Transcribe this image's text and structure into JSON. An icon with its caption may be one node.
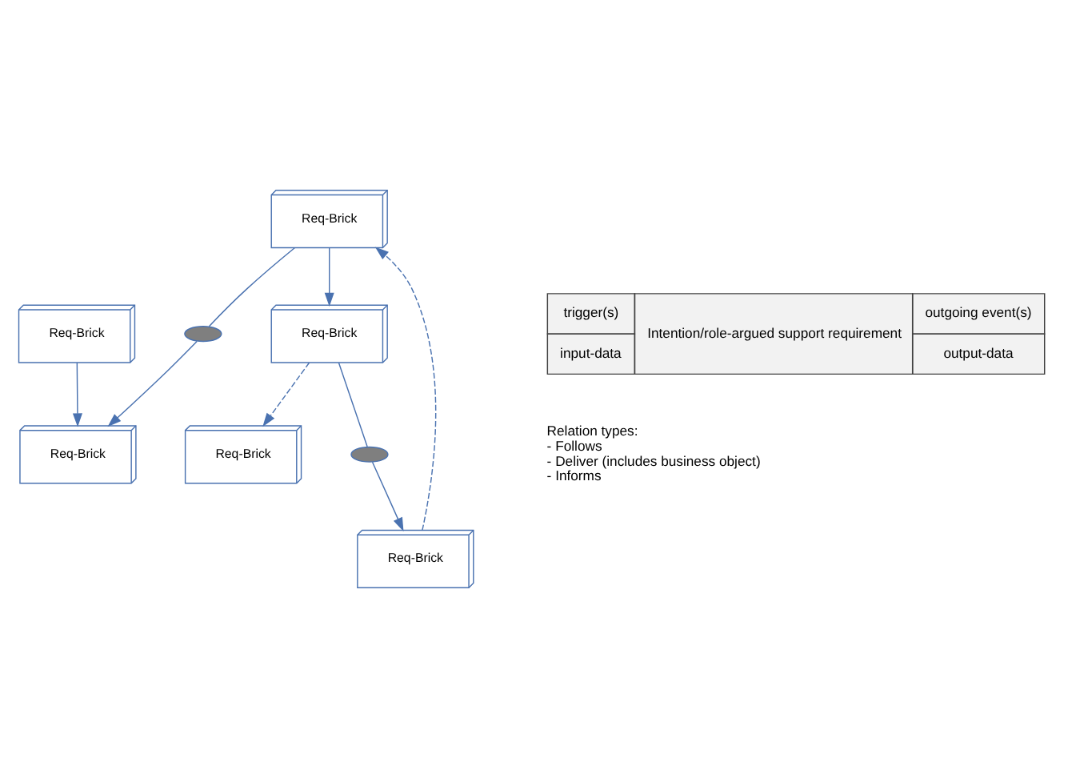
{
  "diagram": {
    "nodes": [
      {
        "text": [
          "Req-Brick"
        ]
      },
      {
        "text": [
          "Req-Brick"
        ]
      },
      {
        "text": [
          "Req-Brick"
        ]
      },
      {
        "text": [],
        "shape": "ellipse"
      },
      {
        "text": [
          "Req-Brick"
        ]
      },
      {
        "text": [
          "Req-Brick"
        ]
      },
      {
        "text": [],
        "shape": "ellipse"
      },
      {
        "text": [
          "Req-Brick"
        ]
      }
    ],
    "edges": [
      {
        "from": 0,
        "to": 1,
        "arrow": "to"
      },
      {
        "from": 4,
        "to": 3,
        "arrow": "none"
      },
      {
        "from": 3,
        "to": 1,
        "arrow": "to"
      },
      {
        "from": 4,
        "to": 5,
        "arrow": "to"
      },
      {
        "from": 5,
        "to": 6,
        "arrow": "none"
      },
      {
        "from": 6,
        "to": 7,
        "arrow": "to"
      },
      {
        "from": 7,
        "to": 4,
        "arrow": "to",
        "style": "dashed"
      },
      {
        "from": 5,
        "to": 2,
        "arrow": "to",
        "style": "dashed"
      }
    ],
    "labels": [
      "trigger(s)",
      "Intention/role-argued support requirement",
      "outgoing event(s)",
      "input-data",
      "output-data",
      "Relation types:",
      "- Follows",
      "- Deliver (includes business object)",
      "- Informs"
    ]
  }
}
